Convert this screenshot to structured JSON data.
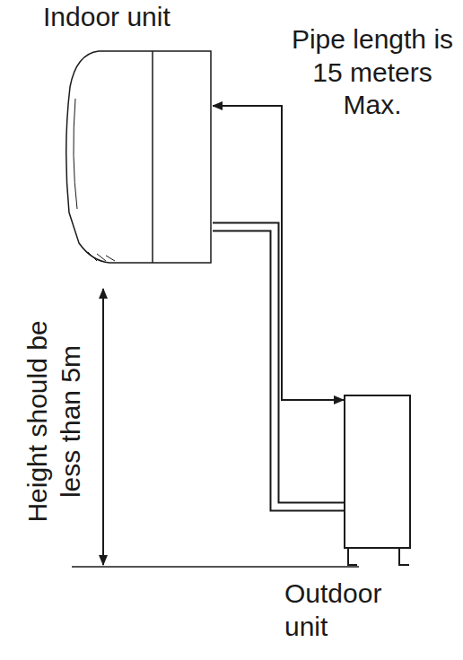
{
  "diagram": {
    "nodes": [
      {
        "text": [
          "Indoor unit"
        ]
      },
      {
        "text": [
          "Outdoor unit"
        ]
      }
    ],
    "edges": [
      {
        "from": 0,
        "to": 1,
        "arrow": "both",
        "label": "Pipe length is 15 meters Max."
      },
      {
        "from": 0,
        "to": 1,
        "arrow": "none"
      }
    ],
    "labels": [
      "Height should be less than 5m"
    ]
  }
}
